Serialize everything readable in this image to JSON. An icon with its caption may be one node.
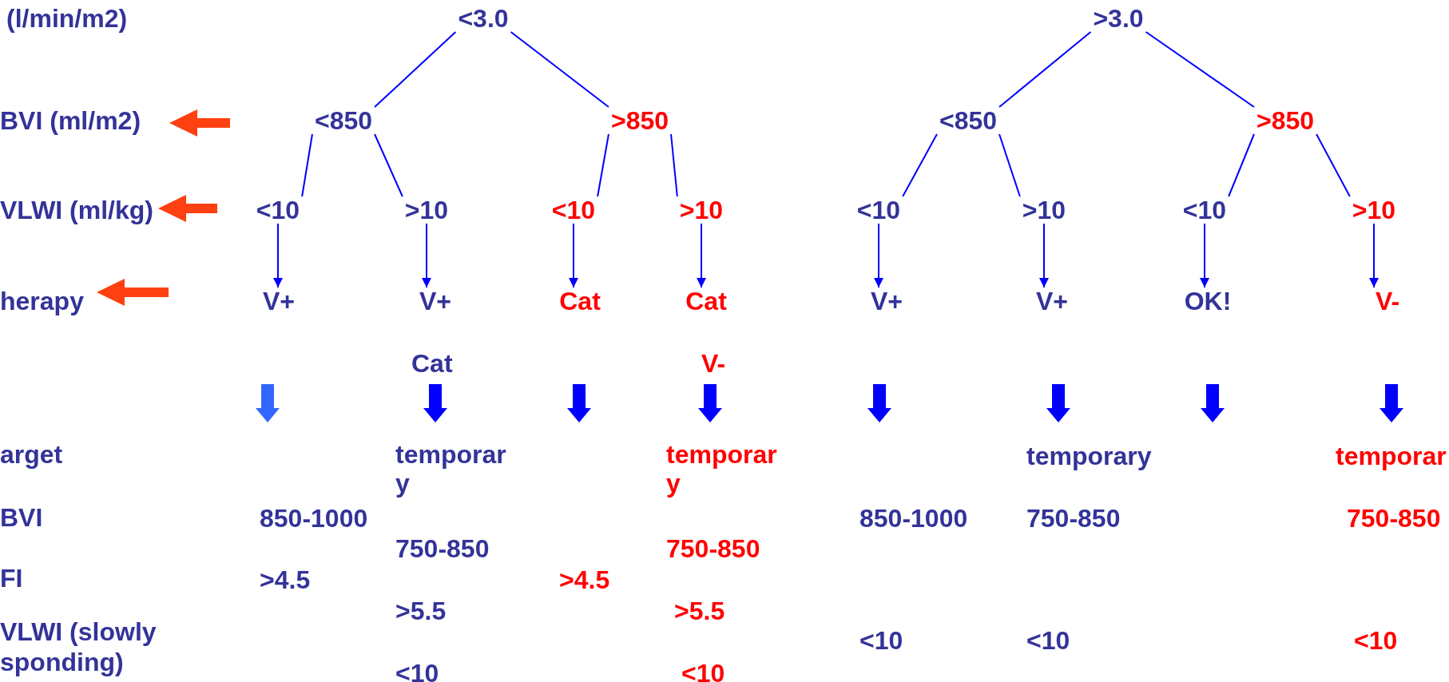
{
  "diagram": {
    "nodes": [
      {
        "text": [
          "<3.0"
        ]
      },
      {
        "text": [
          ">3.0"
        ]
      },
      {
        "text": [
          "<850"
        ]
      },
      {
        "text": [
          ">850"
        ]
      },
      {
        "text": [
          "<850"
        ]
      },
      {
        "text": [
          ">850"
        ]
      },
      {
        "text": [
          "<10"
        ]
      },
      {
        "text": [
          ">10"
        ]
      },
      {
        "text": [
          "<10"
        ]
      },
      {
        "text": [
          ">10"
        ]
      },
      {
        "text": [
          "<10"
        ]
      },
      {
        "text": [
          ">10"
        ]
      },
      {
        "text": [
          "<10"
        ]
      },
      {
        "text": [
          ">10"
        ]
      },
      {
        "text": [
          "V+"
        ]
      },
      {
        "text": [
          "V+"
        ]
      },
      {
        "text": [
          "Cat"
        ]
      },
      {
        "text": [
          "Cat"
        ]
      },
      {
        "text": [
          "V+"
        ]
      },
      {
        "text": [
          "V+"
        ]
      },
      {
        "text": [
          "OK!"
        ]
      },
      {
        "text": [
          "V-"
        ]
      }
    ],
    "edges": [
      {
        "from": 0,
        "to": 2,
        "arrow": "none"
      },
      {
        "from": 0,
        "to": 3,
        "arrow": "none"
      },
      {
        "from": 1,
        "to": 4,
        "arrow": "none"
      },
      {
        "from": 1,
        "to": 5,
        "arrow": "none"
      },
      {
        "from": 2,
        "to": 6,
        "arrow": "none"
      },
      {
        "from": 2,
        "to": 7,
        "arrow": "none"
      },
      {
        "from": 3,
        "to": 8,
        "arrow": "none"
      },
      {
        "from": 3,
        "to": 9,
        "arrow": "none"
      },
      {
        "from": 4,
        "to": 10,
        "arrow": "none"
      },
      {
        "from": 4,
        "to": 11,
        "arrow": "none"
      },
      {
        "from": 5,
        "to": 12,
        "arrow": "none"
      },
      {
        "from": 5,
        "to": 13,
        "arrow": "none"
      },
      {
        "from": 6,
        "to": 14,
        "arrow": "to"
      },
      {
        "from": 7,
        "to": 15,
        "arrow": "to"
      },
      {
        "from": 8,
        "to": 16,
        "arrow": "to"
      },
      {
        "from": 9,
        "to": 17,
        "arrow": "to"
      },
      {
        "from": 10,
        "to": 18,
        "arrow": "to"
      },
      {
        "from": 11,
        "to": 19,
        "arrow": "to"
      },
      {
        "from": 12,
        "to": 20,
        "arrow": "to"
      },
      {
        "from": 13,
        "to": 21,
        "arrow": "to"
      }
    ],
    "labels": [
      "(l/min/m2)",
      "BVI (ml/m2)",
      "VLWI (ml/kg)",
      "herapy",
      "Cat",
      "V-",
      "arget",
      "temporary",
      "temporary",
      "temporary",
      "temporar",
      "BVI",
      "850-1000",
      "850-1000",
      "750-850",
      "750-850",
      "750-850",
      "750-850",
      "FI",
      ">4.5",
      ">4.5",
      ">5.5",
      ">5.5",
      "VLWI (slowly sponding)",
      "<10",
      "<10",
      "<10",
      "<10",
      "<10"
    ]
  }
}
